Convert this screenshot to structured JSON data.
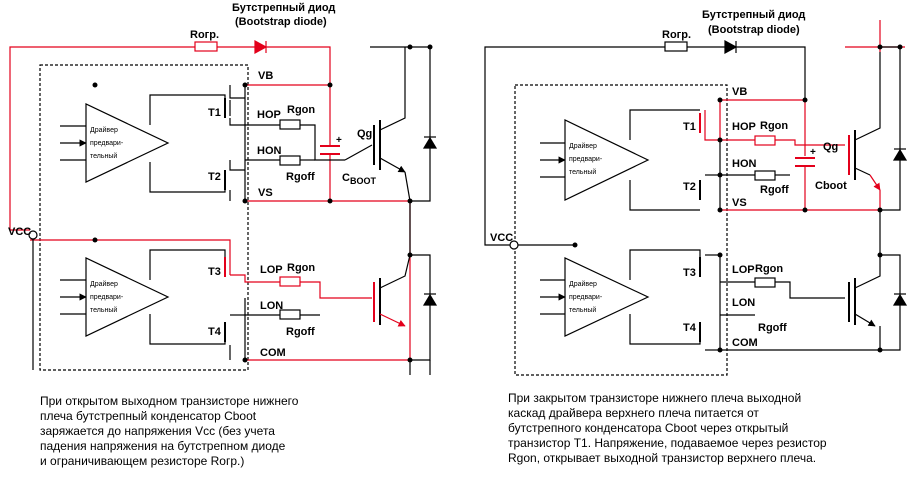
{
  "left": {
    "diode_title": "Бутстрепный диод",
    "diode_title_en": "(Bootstrap diode)",
    "rlim": "Rогр.",
    "vcc": "VCC",
    "vb": "VB",
    "vs": "VS",
    "com": "COM",
    "hop": "HOP",
    "hon": "HON",
    "lop": "LOP",
    "lon": "LON",
    "rgon_h": "Rgon",
    "rgoff_h": "Rgoff",
    "rgon_l": "Rgon",
    "rgoff_l": "Rgoff",
    "qg": "Qg",
    "cboot": "C",
    "cboot_sub": "BOOT",
    "t1": "T1",
    "t2": "T2",
    "t3": "T3",
    "t4": "T4",
    "driver_lines": [
      "Драйвер",
      "предвари-",
      "тельный"
    ],
    "caption": [
      "При открытом выходном транзисторе нижнего",
      "плеча бутстрепный конденсатор Cboot",
      "заряжается до напряжения Vcc (без учета",
      "падения напряжения на бутстрепном диоде",
      "и ограничивающем резисторе Rогр.)"
    ]
  },
  "right": {
    "diode_title": "Бутстрепный диод",
    "diode_title_en": "(Bootstrap diode)",
    "rlim": "Rогр.",
    "vcc": "VCC",
    "vb": "VB",
    "vs": "VS",
    "com": "COM",
    "hop": "HOP",
    "hon": "HON",
    "lop": "LOP",
    "lon": "LON",
    "rgon_h": "Rgon",
    "rgoff_h": "Rgoff",
    "rgon_l": "Rgon",
    "rgoff_l": "Rgoff",
    "qg": "Qg",
    "cboot": "Cboot",
    "t1": "T1",
    "t2": "T2",
    "t3": "T3",
    "t4": "T4",
    "driver_lines": [
      "Драйвер",
      "предвари-",
      "тельный"
    ],
    "caption": [
      "При закрытом транзисторе нижнего плеча выходной",
      "каскад драйвера верхнего плеча питается от",
      "бутстрепного конденсатора Cboot через открытый",
      "транзистор T1. Напряжение, подаваемое через резистор",
      "Rgon, открывает выходной транзистор верхнего плеча."
    ]
  },
  "colors": {
    "active": "#e3001b",
    "wire": "#000000"
  }
}
